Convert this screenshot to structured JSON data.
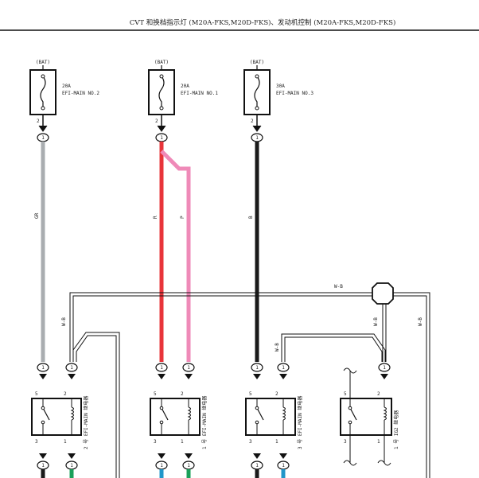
{
  "header": {
    "title": "CVT 和换档指示灯 (M20A-FKS,M20D-FKS)、发动机控制 (M20A-FKS,M20D-FKS)"
  },
  "fuses": [
    {
      "source": "(BAT)",
      "rating": "20A",
      "name": "EFI-MAIN NO.2",
      "pin": "2",
      "connector": "1"
    },
    {
      "source": "(BAT)",
      "rating": "20A",
      "name": "EFI-MAIN NO.1",
      "pin": "2",
      "connector": "1"
    },
    {
      "source": "(BAT)",
      "rating": "30A",
      "name": "EFI-MAIN NO.3",
      "pin": "2",
      "connector": "1"
    }
  ],
  "wires": {
    "gray": "GR",
    "red": "R",
    "pink": "P",
    "black": "B",
    "bus_top": "W-B",
    "left_drop": "W-B",
    "relay3_drop": "W-B",
    "splice_drop": "W-B",
    "right_drop": "W-B"
  },
  "relays": [
    {
      "name": "2 号 EFI-MAIN 继电器",
      "pins": [
        "5",
        "2",
        "3",
        "1"
      ],
      "connectors": [
        "1",
        "1",
        "1",
        "1"
      ]
    },
    {
      "name": "1 号 EFI-MAIN 继电器",
      "pins": [
        "5",
        "2",
        "3",
        "1"
      ],
      "connectors": [
        "1",
        "1",
        "1",
        "1"
      ]
    },
    {
      "name": "3 号 EFI-MAIN 继电器",
      "pins": [
        "5",
        "2",
        "3",
        "1"
      ],
      "connectors": [
        "1",
        "1",
        "1",
        "1"
      ]
    },
    {
      "name": "1 号 IG2 继电器",
      "pins": [
        "5",
        "2",
        "3",
        "1"
      ],
      "connectors": [
        "1"
      ]
    }
  ],
  "colors": {
    "gray_wire": "#a9adb0",
    "red_wire": "#e8343a",
    "pink_wire": "#ef8ab8",
    "black_wire": "#1a1a1a",
    "green_wire": "#1aa05a",
    "blue_wire": "#2196c9"
  }
}
